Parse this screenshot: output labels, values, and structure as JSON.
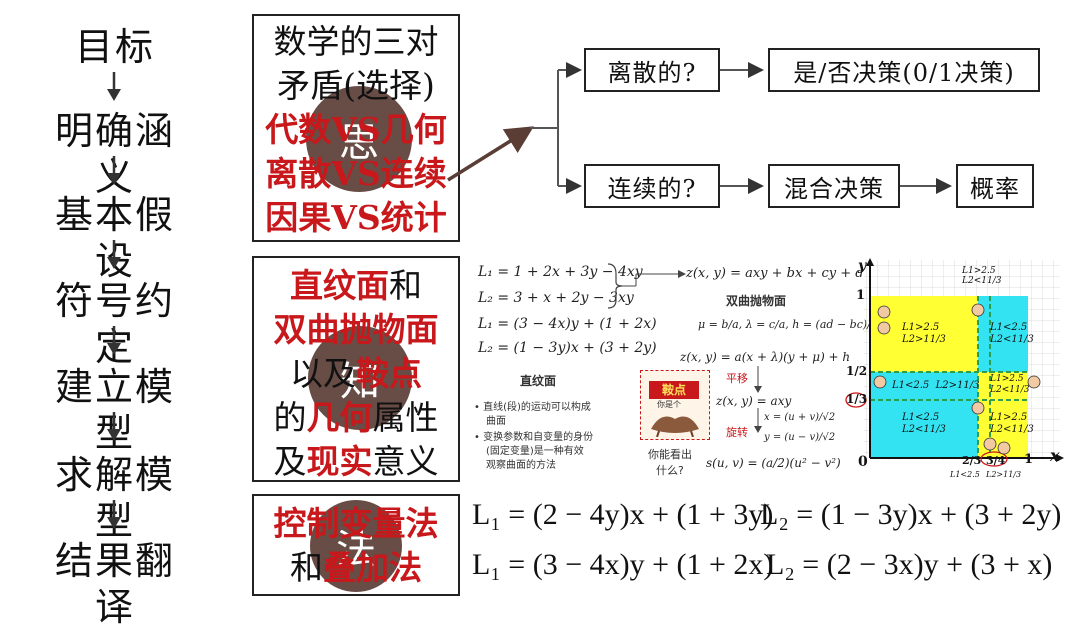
{
  "steps": [
    "目标",
    "明确涵义",
    "基本假设",
    "符号约定",
    "建立模型",
    "求解模型",
    "结果翻译"
  ],
  "box1": {
    "line1": "数学的三对",
    "line2": "矛盾(选择)",
    "line3": "代数VS几何",
    "line4": "离散VS连续",
    "line5": "因果VS统计",
    "circle": "思"
  },
  "box2": {
    "l1a": "直纹面",
    "l1b": "和",
    "l2": "双曲抛物面",
    "l3a": "以及",
    "l3b": "鞍点",
    "l4a": "的",
    "l4b": "几何",
    "l4c": "属性",
    "l5a": "及",
    "l5b": "现实",
    "l5c": "意义",
    "circle": "知"
  },
  "box3": {
    "line1": "控制变量法",
    "line2a": "和",
    "line2b": "叠加法",
    "circle": "法"
  },
  "flow": {
    "discrete": "离散的?",
    "decision": "是/否决策(0/1决策)",
    "continuous": "连续的?",
    "mixed": "混合决策",
    "prob": "概率"
  },
  "mid": {
    "eqL1": "L₁ = 1 + 2x + 3y − 4xy",
    "eqL2": "L₂ = 3 + x + 2y − 3xy",
    "eqL1b": "L₁ = (3 − 4x)y + (1 + 2x)",
    "eqL2b": "L₂ = (1 − 3y)x + (3 + 2y)",
    "zeq": "z(x, y) = axy + bx + cy + d",
    "hyper_title": "双曲抛物面",
    "params": "μ = b/a, λ = c/a, h = (ad − bc)/a",
    "zfact": "z(x, y) = a(x + λ)(y + μ) + h",
    "shift": "平移",
    "zaxy": "z(x, y) = axy",
    "rotate": "旋转",
    "rot1": "x = (u + v)/√2",
    "rot2": "y = (u − v)/√2",
    "suv": "s(u, v) = (a/2)(u² − v²)",
    "ruled_title": "直纹面",
    "bullet1a": "直线(段)的运动可以构成",
    "bullet1b": "曲面",
    "bullet2a": "变换参数和自变量的身份",
    "bullet2b": "(固定变量)是一种有效",
    "bullet2c": "观察曲面的方法",
    "saddle_label": "鞍点",
    "saddle_sub": "你是个",
    "question1": "你能看出",
    "question2": "什么?"
  },
  "right_chart": {
    "y_axis": "y",
    "x_axis": "x",
    "origin": "0",
    "x_tick_23": "2/3",
    "x_tick_34": "3/4",
    "x_tick_1": "1",
    "y_tick_1": "1",
    "y_tick_12": "1/2",
    "y_tick_13": "1/3",
    "top_label1": "L1>2.5",
    "top_label2": "L2<11/3",
    "bottom_label1": "L1<2.5",
    "bottom_label2": "L2>11/3",
    "region_tl1": "L1>2.5",
    "region_tl2": "L2>11/3",
    "region_tr1": "L1<2.5",
    "region_tr2": "L2<11/3",
    "region_ml": "L1<2.5  L2>11/3",
    "region_mr1": "L1>2.5",
    "region_mr2": "L2<11/3",
    "region_bl1": "L1<2.5",
    "region_bl2": "L2<11/3",
    "region_br1": "L1>2.5",
    "region_br2": "L2<11/3",
    "colors": {
      "yellow": "#ffff33",
      "cyan": "#33e3f2",
      "green": "#2e9e4a"
    }
  },
  "bottom_eqs": {
    "eq1": "L₁ = (2 − 4y)x + (1 + 3y)",
    "eq2": "L₂ = (1 − 3y)x + (3 + 2y)",
    "eq3": "L₁ = (3 − 4x)y + (1 + 2x)",
    "eq4": "L₂ = (2 − 3x)y + (3 + x)"
  }
}
